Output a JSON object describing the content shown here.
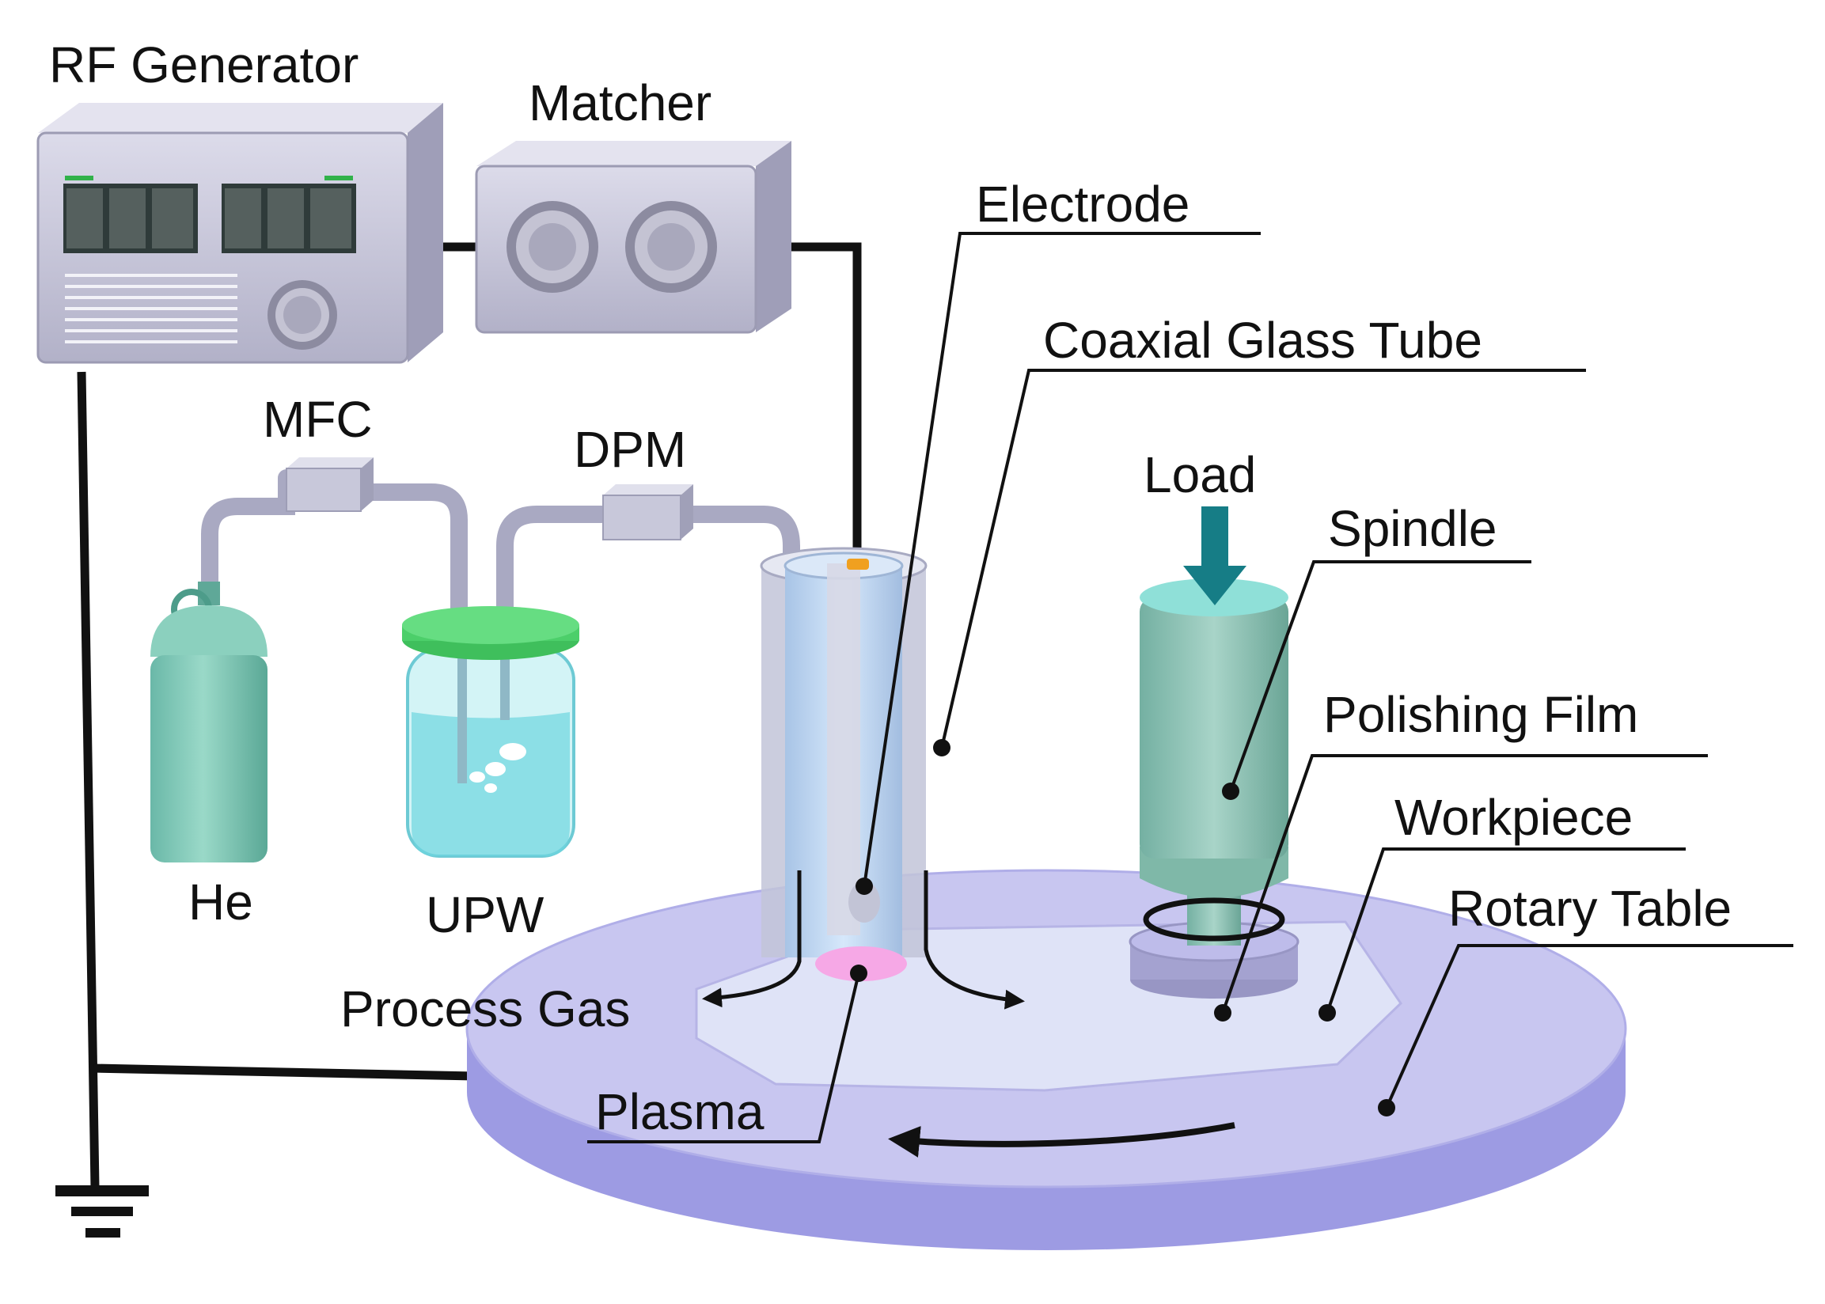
{
  "labels": {
    "rf_generator": "RF Generator",
    "matcher": "Matcher",
    "electrode": "Electrode",
    "coaxial_glass_tube": "Coaxial Glass Tube",
    "mfc": "MFC",
    "dpm": "DPM",
    "load": "Load",
    "spindle": "Spindle",
    "polishing_film": "Polishing Film",
    "workpiece": "Workpiece",
    "rotary_table": "Rotary Table",
    "he": "He",
    "upw": "UPW",
    "process_gas": "Process Gas",
    "plasma": "Plasma"
  },
  "colors": {
    "device_body": "#c9c8dc",
    "device_front": "#b4b3cc",
    "screen": "#3c4a48",
    "indicator": "#31b24a",
    "cylinder": "#7fcab8",
    "bottle_cap": "#4ccf6a",
    "water": "#7fe0e8",
    "glass_tube": "#b9d6f3",
    "electrode_tip": "#f0a020",
    "plasma": "#f6a8e6",
    "spindle": "#88c2b2",
    "load_arrow": "#167d86",
    "table_top": "#c6c4ef",
    "table_side": "#9d9be3",
    "film": "#dfe3f7"
  },
  "icons": [
    "ground-icon",
    "rotation-arrow-icon",
    "load-arrow-icon",
    "gas-flow-arrow-icon"
  ]
}
